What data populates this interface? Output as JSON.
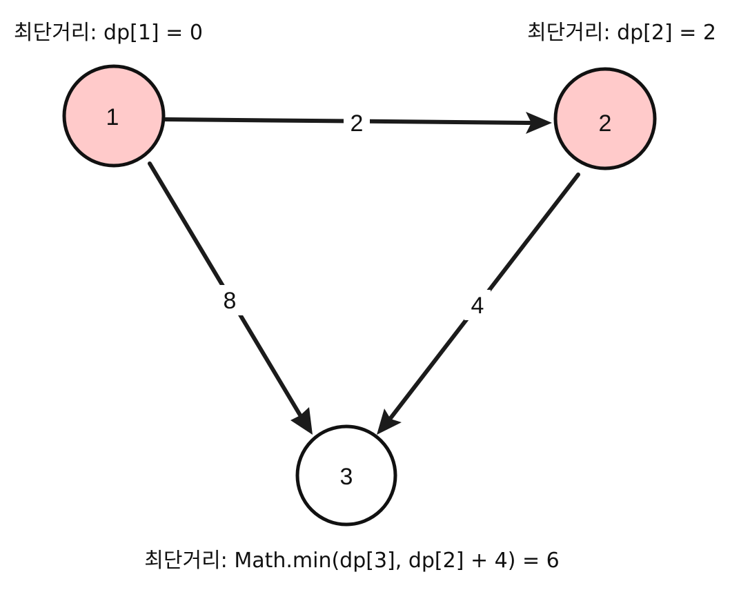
{
  "nodes": [
    {
      "id": "1",
      "label": "1",
      "visited": true
    },
    {
      "id": "2",
      "label": "2",
      "visited": true
    },
    {
      "id": "3",
      "label": "3",
      "visited": false
    }
  ],
  "edges": [
    {
      "from": "1",
      "to": "2",
      "weight": "2"
    },
    {
      "from": "1",
      "to": "3",
      "weight": "8"
    },
    {
      "from": "2",
      "to": "3",
      "weight": "4"
    }
  ],
  "annotations": {
    "node1": "최단거리: dp[1] = 0",
    "node2": "최단거리: dp[2] = 2",
    "node3": "최단거리: Math.min(dp[3], dp[2] + 4) = 6"
  },
  "colors": {
    "visited_fill": "#ffcaca",
    "unvisited_fill": "#ffffff",
    "stroke": "#111111",
    "edge": "#1b1b1b"
  }
}
